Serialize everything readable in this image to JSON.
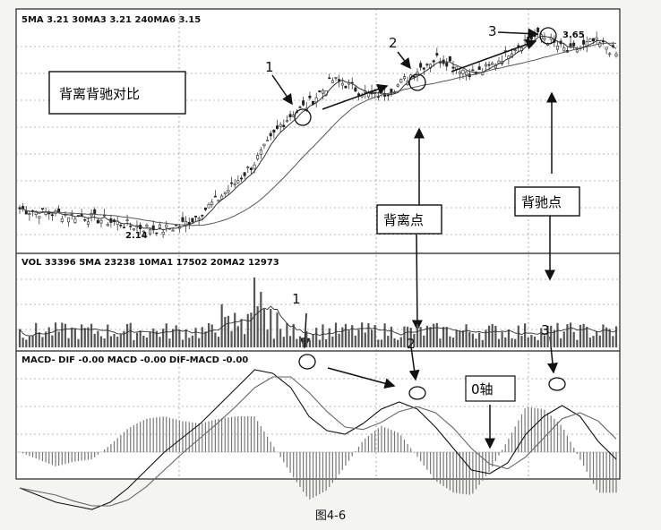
{
  "chart_data": {
    "type": "line",
    "panels": {
      "price": {
        "legend": "5MA 3.21 30MA3 3.21 240MA6 3.15",
        "low_label": "2.14",
        "high_label": "3.65",
        "note_box": "背离背驰对比",
        "peak_labels": [
          "1",
          "2",
          "3"
        ],
        "callout_divergence": "背离点",
        "callout_deviation": "背驰点"
      },
      "volume": {
        "legend": "VOL 33396 5MA 23238 10MA1 17502 20MA2 12973",
        "peak_labels": [
          "1",
          "2",
          "3"
        ]
      },
      "macd": {
        "legend": "MACD- DIF -0.00 MACD -0.00 DIF-MACD -0.00",
        "zero_axis_label": "0轴"
      }
    },
    "price_series": [
      2.3,
      2.28,
      2.27,
      2.26,
      2.25,
      2.24,
      2.22,
      2.2,
      2.18,
      2.16,
      2.15,
      2.14,
      2.16,
      2.2,
      2.28,
      2.36,
      2.45,
      2.55,
      2.66,
      2.8,
      2.95,
      3.05,
      3.1,
      3.2,
      3.3,
      3.27,
      3.22,
      3.18,
      3.2,
      3.26,
      3.34,
      3.42,
      3.47,
      3.44,
      3.38,
      3.35,
      3.4,
      3.48,
      3.56,
      3.62,
      3.65,
      3.58,
      3.52,
      3.55,
      3.6,
      3.56,
      3.48
    ],
    "macd_dif": [
      -0.1,
      -0.12,
      -0.14,
      -0.15,
      -0.16,
      -0.14,
      -0.1,
      -0.05,
      0,
      0.04,
      0.08,
      0.13,
      0.18,
      0.23,
      0.22,
      0.18,
      0.1,
      0.06,
      0.05,
      0.08,
      0.12,
      0.14,
      0.12,
      0.07,
      0.01,
      -0.05,
      -0.06,
      -0.03,
      0.05,
      0.1,
      0.13,
      0.1,
      0.03,
      -0.02
    ]
  },
  "figure_caption": "图4-6"
}
